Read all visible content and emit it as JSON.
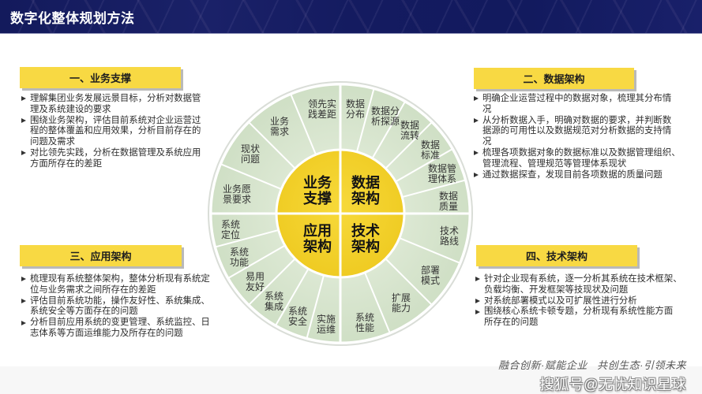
{
  "header": {
    "title": "数字化整体规划方法"
  },
  "sections": [
    {
      "heading": "一、业务支撑",
      "bullets": [
        "理解集团业务发展远景目标，分析对数据管\n理及系统建设的要求",
        "围绕业务架构，评估目前系统对企业运营过\n程的整体覆盖和应用效果，分析目前存在的\n问题及需求",
        "对比领先实践，分析在数据管理及系统应用\n方面所存在的差距"
      ]
    },
    {
      "heading": "二、数据架构",
      "bullets": [
        "明确企业运营过程中的数据对象，梳理其分布情\n况",
        "从分析数据入手，明确对数据的要求，并判断数\n据源的可用性以及数据规范对分析数据的支持情\n况",
        "梳理各项数据对象的数据标准以及数据管理组织、\n管理流程、管理规范等管理体系现状",
        "通过数据探查，发现目前各项数据的质量问题"
      ]
    },
    {
      "heading": "三、应用架构",
      "bullets": [
        "梳理现有系统整体架构，整体分析现有系统定\n位与业务需求之间所存在的差距",
        "评估目前系统功能，操作友好性、系统集成、\n系统安全等方面存在的问题",
        "分析目前应用系统的变更管理、系统监控、日\n志体系等方面运维能力及所存在的问题"
      ]
    },
    {
      "heading": "四、技术架构",
      "bullets": [
        "针对企业现有系统，逐一分析其系统在技术框架、\n负载均衡、开发框架等技现状及问题",
        "对系统部署模式以及可扩展性进行分析",
        "围绕核心系统卡顿专题，分析现有系统性能方面\n所存在的问题"
      ]
    }
  ],
  "wheel": {
    "colors": {
      "ring": "#d4e3cb",
      "core": "#f4d22c",
      "divider": "#ffffff",
      "label_box": "#f8d943"
    },
    "quadrants": [
      {
        "core_lines": [
          "业务",
          "支撑"
        ],
        "segments": [
          {
            "lines": [
              "领先实",
              "践差距"
            ]
          },
          {
            "lines": [
              "业务",
              "需求"
            ]
          },
          {
            "lines": [
              "现状",
              "问题"
            ]
          },
          {
            "lines": [
              "业务愿",
              "景要求"
            ]
          }
        ]
      },
      {
        "core_lines": [
          "数据",
          "架构"
        ],
        "segments": [
          {
            "lines": [
              "数据",
              "分布"
            ]
          },
          {
            "lines": [
              "数据分",
              "析探源"
            ]
          },
          {
            "lines": [
              "数据",
              "流转"
            ]
          },
          {
            "lines": [
              "数据",
              "标准"
            ]
          },
          {
            "lines": [
              "数据管",
              "理体系"
            ]
          },
          {
            "lines": [
              "数据",
              "质量"
            ]
          }
        ]
      },
      {
        "core_lines": [
          "应用",
          "架构"
        ],
        "segments": [
          {
            "lines": [
              "系统",
              "定位"
            ]
          },
          {
            "lines": [
              "系统",
              "功能"
            ]
          },
          {
            "lines": [
              "易用",
              "友好"
            ]
          },
          {
            "lines": [
              "系统",
              "集成"
            ]
          },
          {
            "lines": [
              "系统",
              "安全"
            ]
          },
          {
            "lines": [
              "实施",
              "运维"
            ]
          }
        ]
      },
      {
        "core_lines": [
          "技术",
          "架构"
        ],
        "segments": [
          {
            "lines": [
              "技术",
              "路线"
            ]
          },
          {
            "lines": [
              "部署",
              "模式"
            ]
          },
          {
            "lines": [
              "扩展",
              "能力"
            ]
          },
          {
            "lines": [
              "系统",
              "性能"
            ]
          }
        ]
      }
    ]
  },
  "footer": {
    "slogan": "融合创新·赋能企业   共创生态·引领未来",
    "watermark": "搜狐号@无忧知识星球"
  }
}
